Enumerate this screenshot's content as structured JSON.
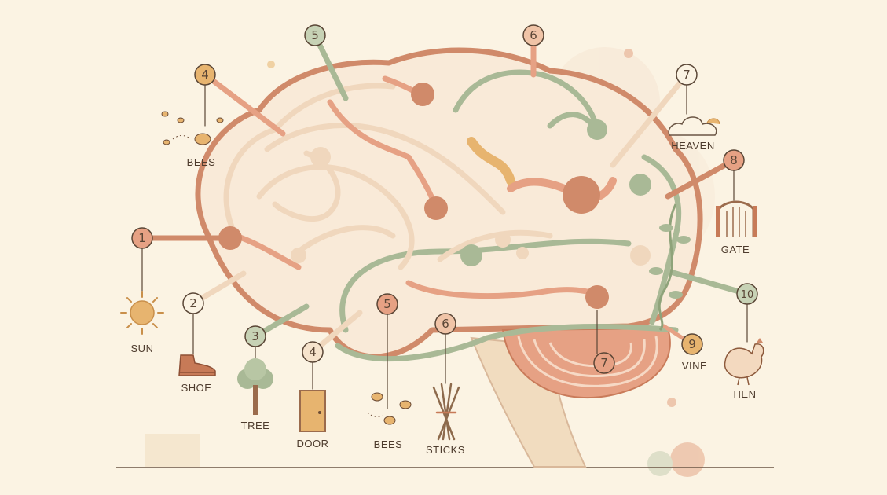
{
  "colors": {
    "background": "#fbf3e3",
    "terracotta": "#d08a6a",
    "sage": "#a9b996",
    "peach": "#f0d7bd",
    "ochre": "#e7b46f",
    "ink": "#5a4636"
  },
  "markers": [
    {
      "number": "1",
      "label": "SUN",
      "icon": "sun-icon"
    },
    {
      "number": "2",
      "label": "SHOE",
      "icon": "shoe-icon"
    },
    {
      "number": "3",
      "label": "TREE",
      "icon": "tree-icon"
    },
    {
      "number": "4",
      "label": "DOOR",
      "icon": "door-icon"
    },
    {
      "number": "5",
      "label": "BEES",
      "icon": "bees-icon"
    },
    {
      "number": "6",
      "label": "STICKS",
      "icon": "sticks-icon"
    },
    {
      "number": "7",
      "label": "",
      "icon": ""
    },
    {
      "number": "8",
      "label": "GATE",
      "icon": "gate-icon"
    },
    {
      "number": "9",
      "label": "VINE",
      "icon": "vine-icon"
    },
    {
      "number": "10",
      "label": "HEN",
      "icon": "hen-icon"
    },
    {
      "number": "4",
      "label": "BEES",
      "icon": "bees-icon"
    },
    {
      "number": "5",
      "label": "",
      "icon": ""
    },
    {
      "number": "6",
      "label": "",
      "icon": ""
    },
    {
      "number": "7",
      "label": "HEAVEN",
      "icon": "cloud-icon"
    }
  ]
}
